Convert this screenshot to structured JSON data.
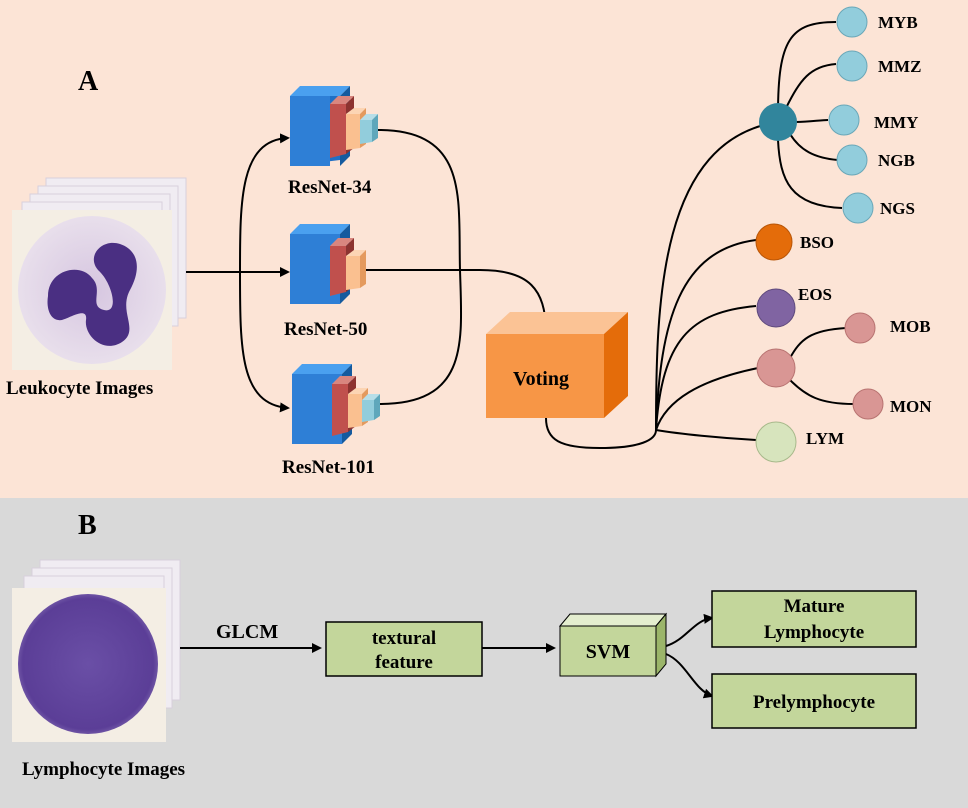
{
  "panel_a": {
    "letter": "A",
    "input_label": "Leukocyte Images",
    "models": [
      {
        "label": "ResNet-34"
      },
      {
        "label": "ResNet-50"
      },
      {
        "label": "ResNet-101"
      }
    ],
    "voting_label": "Voting",
    "classes": [
      {
        "label": "MYB",
        "color": "#92cddc"
      },
      {
        "label": "MMZ",
        "color": "#92cddc"
      },
      {
        "label": "MMY",
        "color": "#92cddc"
      },
      {
        "label": "NGB",
        "color": "#92cddc"
      },
      {
        "label": "NGS",
        "color": "#92cddc"
      },
      {
        "label": "BSO",
        "color": "#e46c0a"
      },
      {
        "label": "EOS",
        "color": "#8064a2"
      },
      {
        "label": "MOB",
        "color": "#d99694"
      },
      {
        "label": "MON",
        "color": "#d99694"
      },
      {
        "label": "LYM",
        "color": "#d7e4bd"
      }
    ],
    "hub_colors": {
      "neutrophil": "#31859c",
      "mono": "#d99694"
    }
  },
  "panel_b": {
    "letter": "B",
    "input_label": "Lymphocyte  Images",
    "edge_label": "GLCM",
    "feature_box": {
      "line1": "textural",
      "line2": "feature"
    },
    "svm_label": "SVM",
    "outputs": [
      {
        "line1": "Mature",
        "line2": "Lymphocyte"
      },
      {
        "line1": "Prelymphocyte"
      }
    ]
  },
  "colors": {
    "panel_a_bg": "#fce4d6",
    "panel_b_bg": "#d9d9d9",
    "box_fill": "#c3d69b",
    "voting_fill": "#f79646"
  }
}
